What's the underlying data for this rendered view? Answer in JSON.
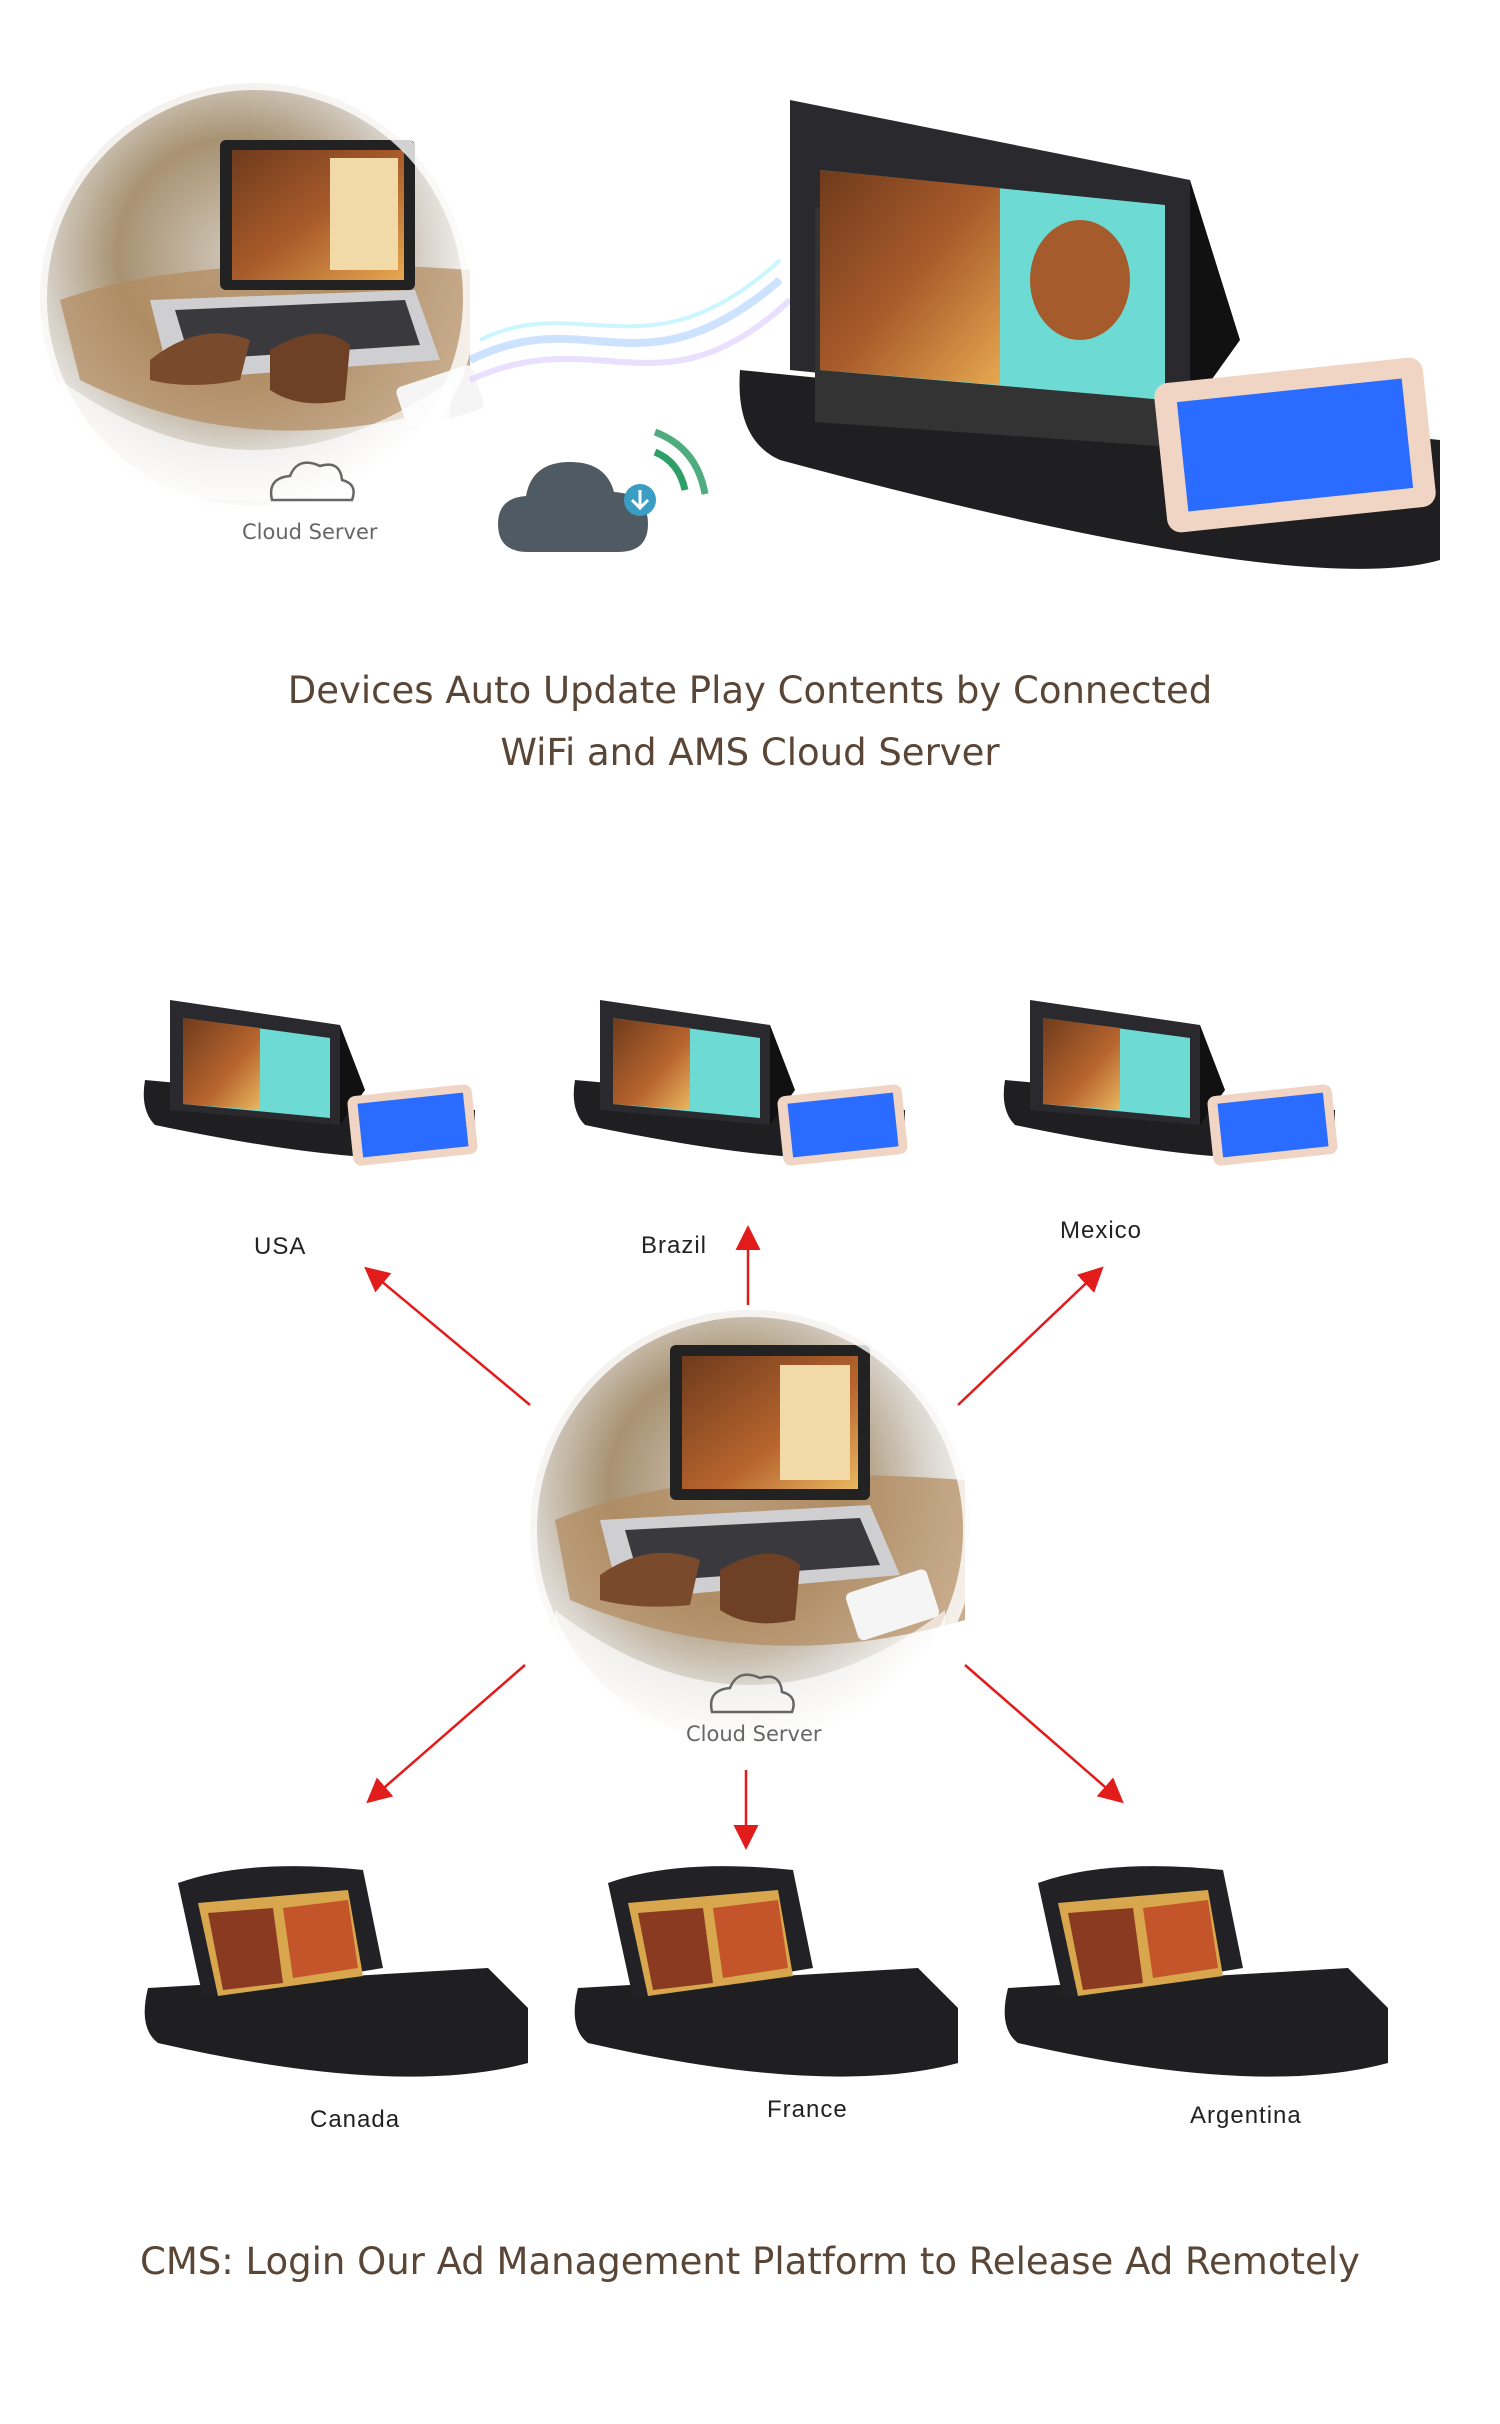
{
  "header": {
    "cloud_label_top": "Cloud Server",
    "caption_line1": "Devices Auto Update Play Contents by Connected",
    "caption_line2": "WiFi and AMS Cloud Server"
  },
  "hub": {
    "cloud_label": "Cloud Server"
  },
  "nodes_top": [
    {
      "label": "USA"
    },
    {
      "label": "Brazil"
    },
    {
      "label": "Mexico"
    }
  ],
  "nodes_bottom": [
    {
      "label": "Canada"
    },
    {
      "label": "France"
    },
    {
      "label": "Argentina"
    }
  ],
  "footer": {
    "caption": "CMS:  Login Our Ad Management Platform to Release Ad Remotely"
  },
  "colors": {
    "arrow": "#e21b1b",
    "caption": "#5a4636",
    "device_body": "#1f1f22",
    "cloud_icon": "#4f5a63",
    "wifi_arc": "#2f9e67"
  }
}
